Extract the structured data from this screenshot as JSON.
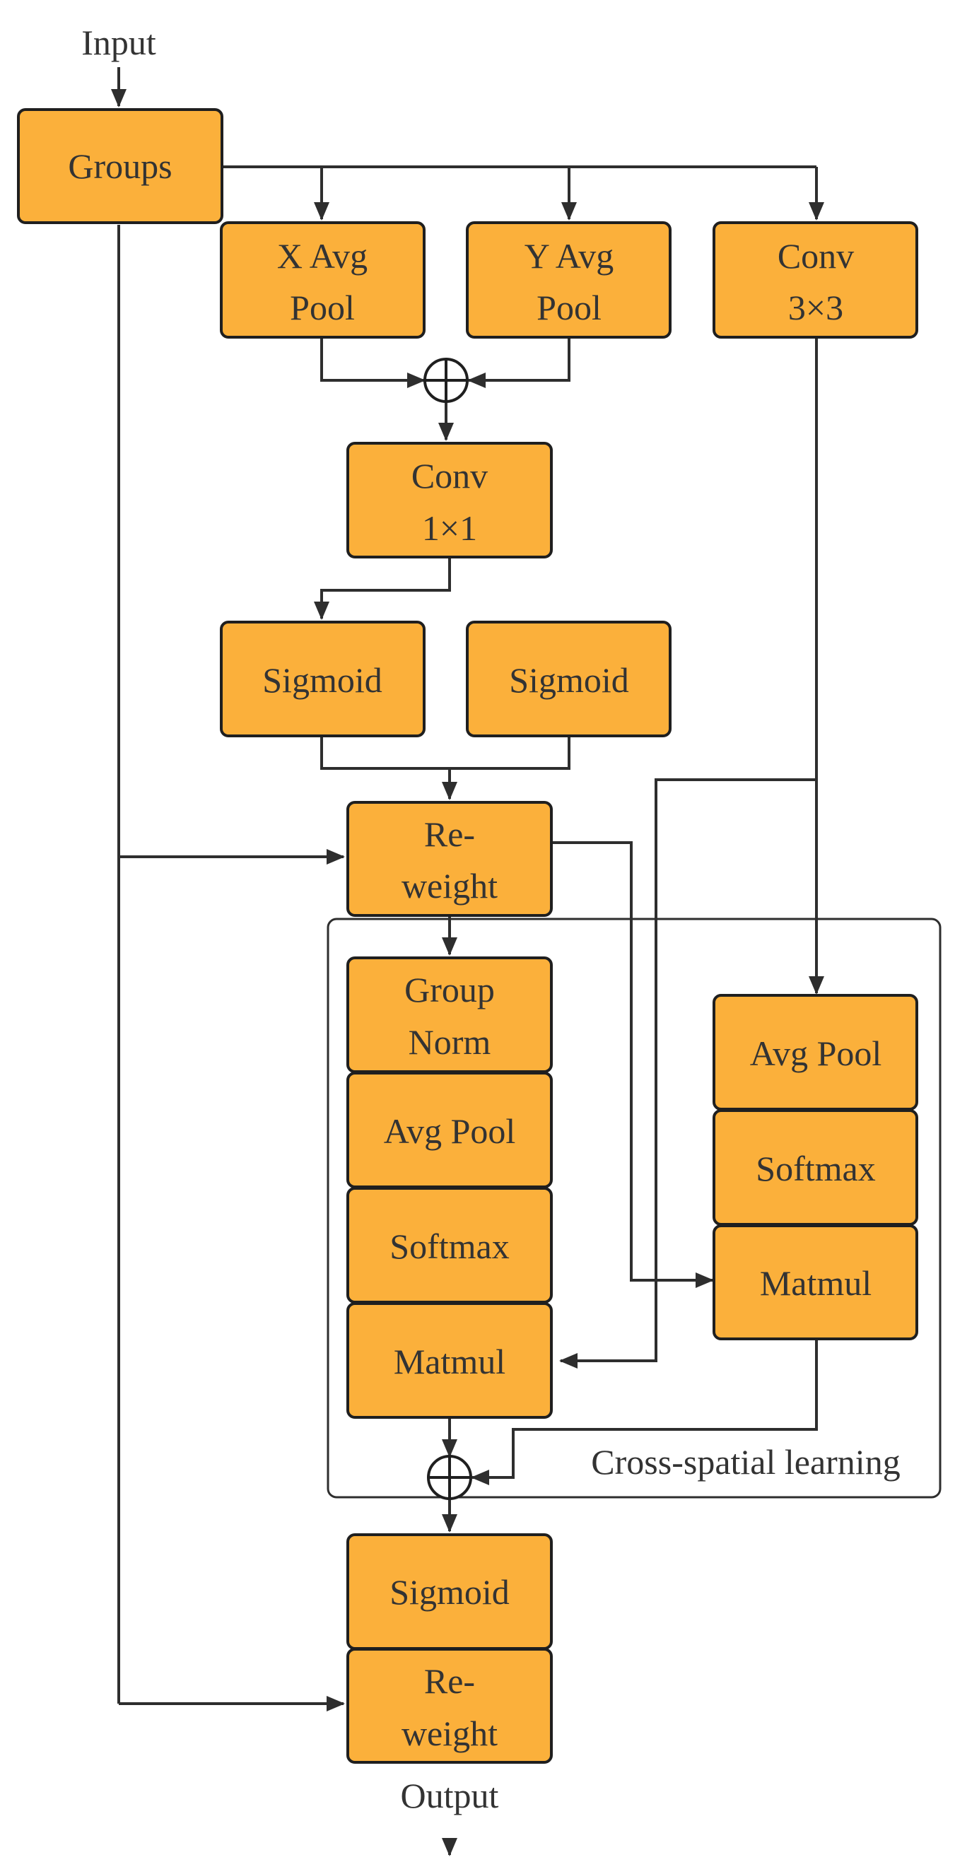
{
  "input_label": "Input",
  "output_label": "Output",
  "panel_label": "Cross-spatial learning",
  "groups": "Groups",
  "x_avg_pool": [
    "X Avg",
    "Pool"
  ],
  "y_avg_pool": [
    "Y Avg",
    "Pool"
  ],
  "conv3": [
    "Conv",
    "3×3"
  ],
  "conv1": [
    "Conv",
    "1×1"
  ],
  "sigmoid_left": "Sigmoid",
  "sigmoid_right": "Sigmoid",
  "reweight_1": [
    "Re-",
    "weight"
  ],
  "group_norm": [
    "Group",
    "Norm"
  ],
  "left_avg_pool": "Avg Pool",
  "left_softmax": "Softmax",
  "left_matmul": "Matmul",
  "right_avg_pool": "Avg Pool",
  "right_softmax": "Softmax",
  "right_matmul": "Matmul",
  "sigmoid_final": "Sigmoid",
  "reweight_2": [
    "Re-",
    "weight"
  ]
}
